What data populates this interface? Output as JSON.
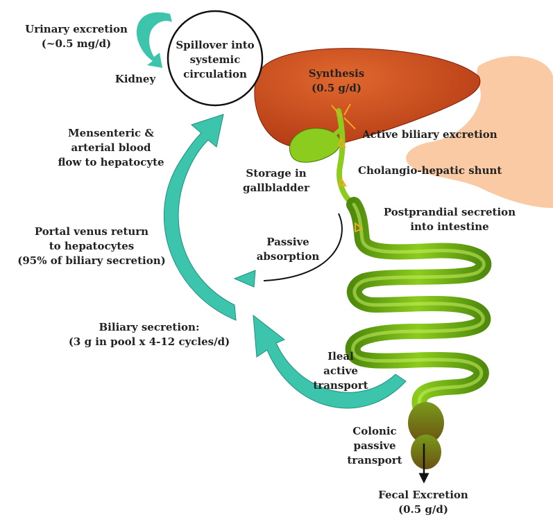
{
  "colors": {
    "liver": "#b43a14",
    "liver_highlight": "#e0682e",
    "intestine": "#8ccc1e",
    "intestine_dark": "#4f8a0c",
    "stomach": "#f8c49a",
    "arrow_teal": "#3cc4ac",
    "arrow_teal_dark": "#1f8f7a",
    "bile_arrow": "#f2a81e",
    "text": "#222222"
  },
  "labels": {
    "urinary": "Urinary excretion\n(~0.5 mg/d)",
    "kidney": "Kidney",
    "spillover": "Spillover into\nsystemic\ncirculation",
    "synthesis": "Synthesis\n(0.5 g/d)",
    "active_biliary": "Active biliary excretion",
    "cholangio": "Cholangio-hepatic shunt",
    "storage": "Storage in\ngallbladder",
    "postprandial": "Postprandial secretion\ninto intestine",
    "mesenteric": "Mensenteric &\narterial blood\nflow to hepatocyte",
    "portal": "Portal venus return\nto hepatocytes\n(95% of biliary secretion)",
    "passive_absorption": "Passive\nabsorption",
    "biliary_secretion": "Biliary secretion:\n(3 g in pool x 4-12 cycles/d)",
    "ileal": "Ileal\nactive\ntransport",
    "colonic": "Colonic\npassive\ntransport",
    "fecal": "Fecal Excretion\n(0.5 g/d)"
  }
}
